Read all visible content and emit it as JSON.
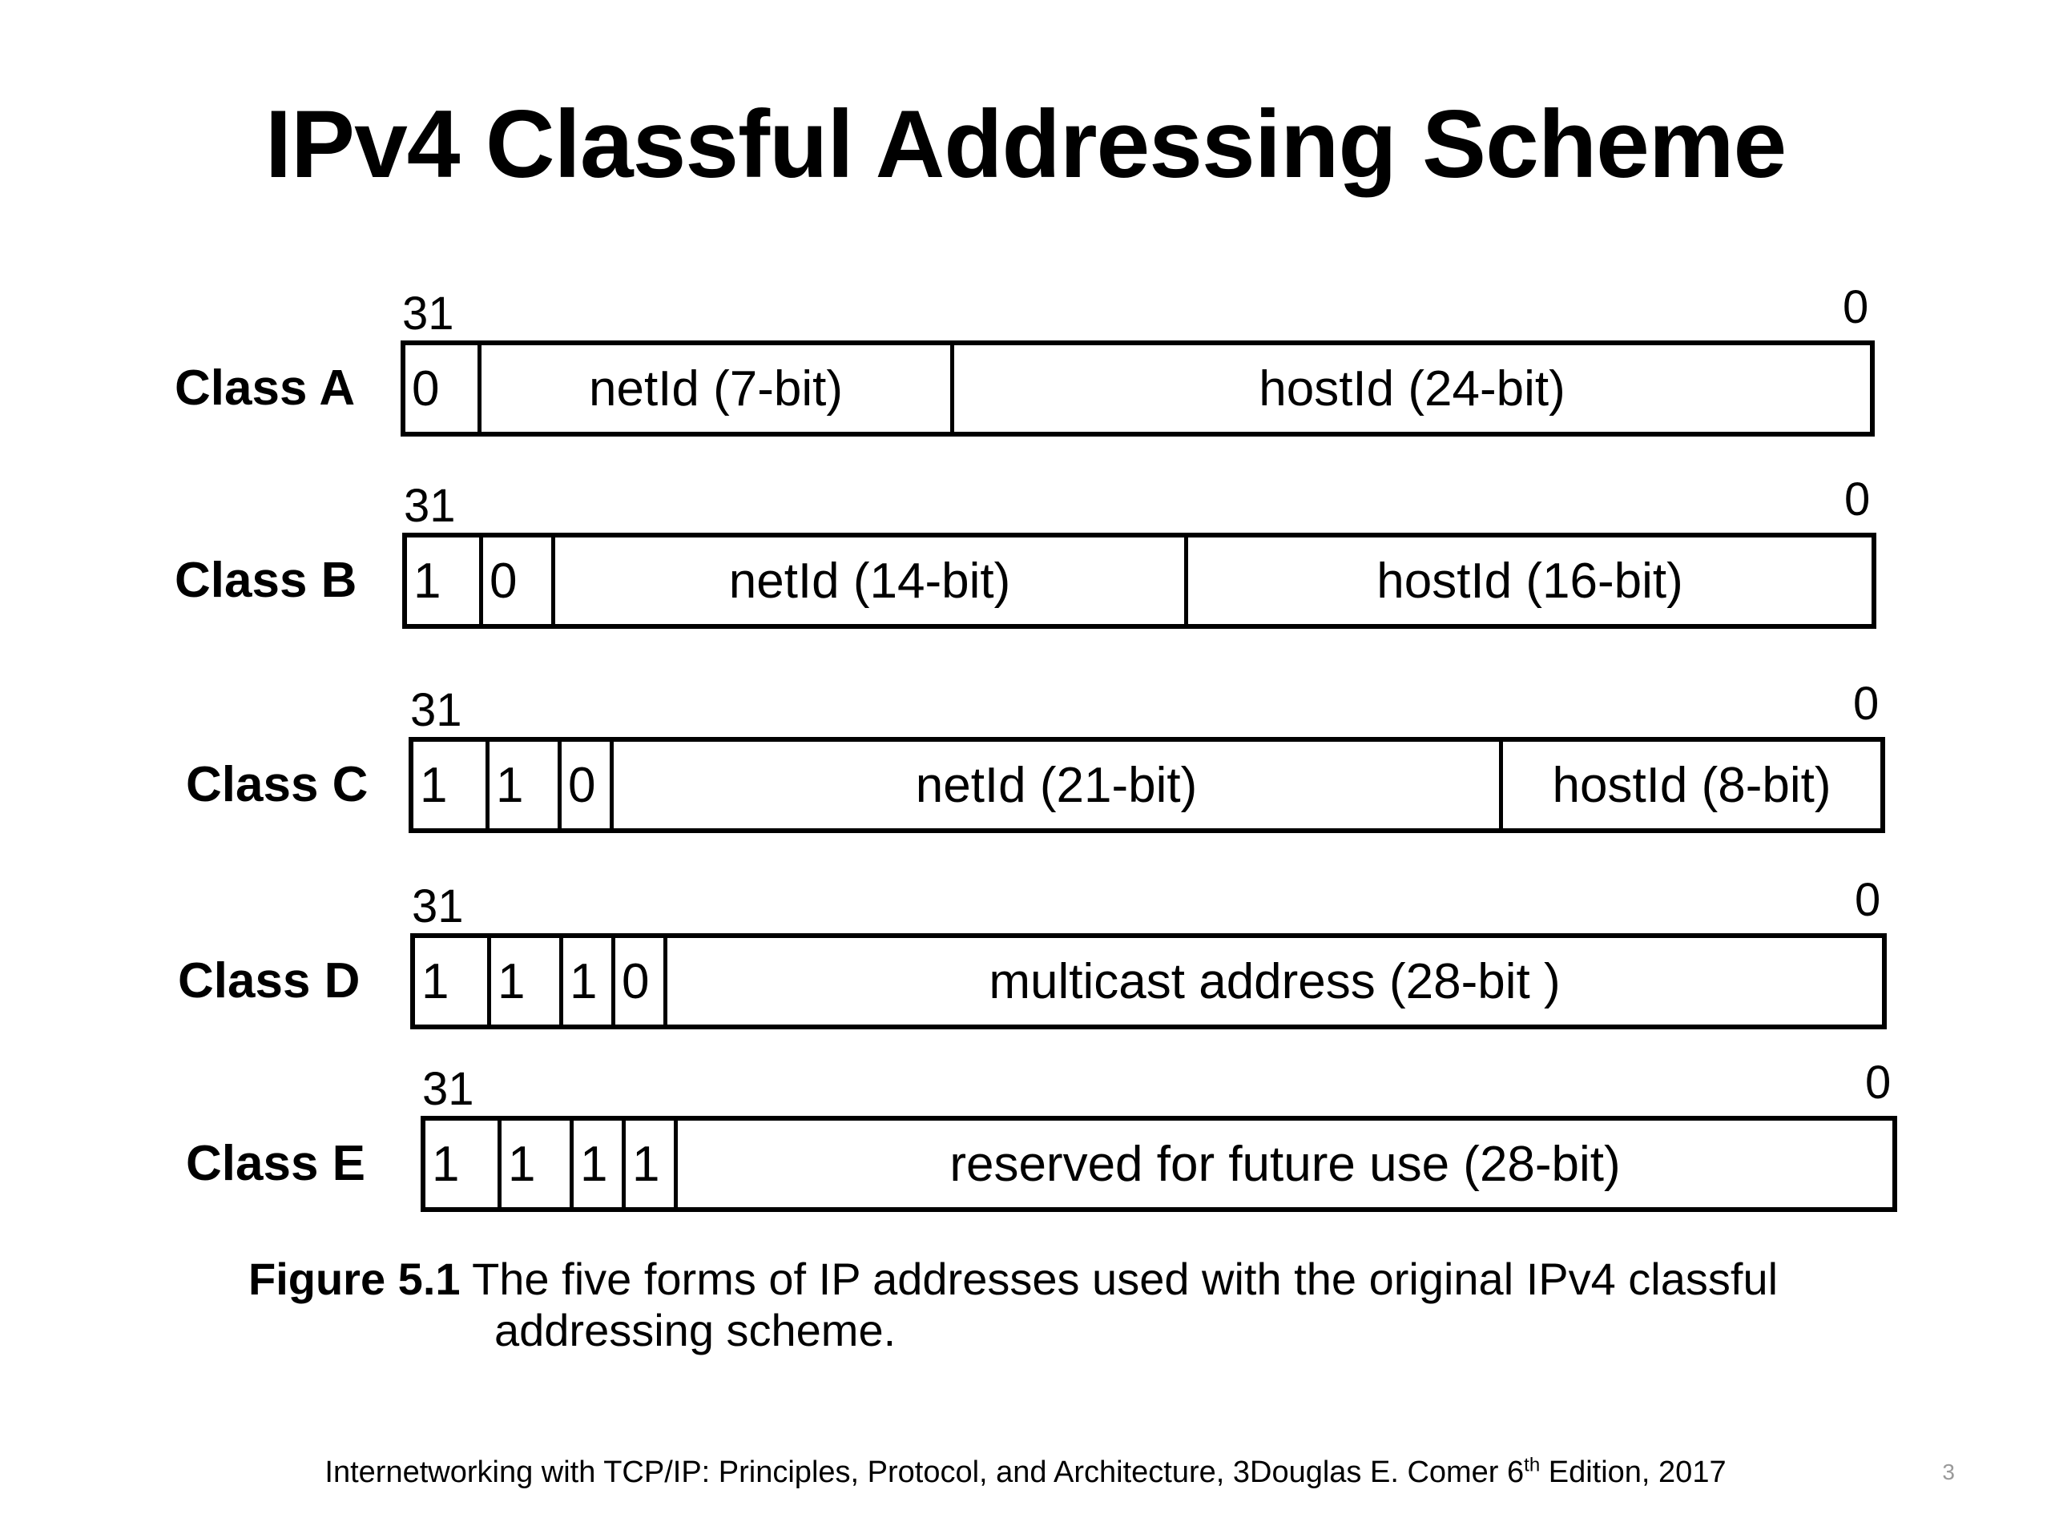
{
  "title": "IPv4 Classful Addressing Scheme",
  "rows": [
    {
      "label": "Class A",
      "high_bit": "31",
      "low_bit": "0",
      "fields": [
        {
          "text": "0",
          "bits": 1,
          "kind": "bit"
        },
        {
          "text": "netId  (7-bit)",
          "bits": 7,
          "kind": "field"
        },
        {
          "text": "hostId (24-bit)",
          "bits": 24,
          "kind": "field"
        }
      ]
    },
    {
      "label": "Class B",
      "high_bit": "31",
      "low_bit": "0",
      "fields": [
        {
          "text": "1",
          "bits": 1,
          "kind": "bit"
        },
        {
          "text": "0",
          "bits": 1,
          "kind": "bit"
        },
        {
          "text": "netId (14-bit)",
          "bits": 14,
          "kind": "field"
        },
        {
          "text": "hostId (16-bit)",
          "bits": 16,
          "kind": "field"
        }
      ]
    },
    {
      "label": "Class C",
      "high_bit": "31",
      "low_bit": "0",
      "fields": [
        {
          "text": "1",
          "bits": 1,
          "kind": "bit"
        },
        {
          "text": "1",
          "bits": 1,
          "kind": "bit"
        },
        {
          "text": "0",
          "bits": 1,
          "kind": "bit"
        },
        {
          "text": "netId  (21-bit)",
          "bits": 21,
          "kind": "field"
        },
        {
          "text": "hostId (8-bit)",
          "bits": 8,
          "kind": "field"
        }
      ]
    },
    {
      "label": "Class D",
      "high_bit": "31",
      "low_bit": "0",
      "fields": [
        {
          "text": "1",
          "bits": 1,
          "kind": "bit"
        },
        {
          "text": "1",
          "bits": 1,
          "kind": "bit"
        },
        {
          "text": "1",
          "bits": 1,
          "kind": "bit"
        },
        {
          "text": "0",
          "bits": 1,
          "kind": "bit"
        },
        {
          "text": "multicast address (28-bit )",
          "bits": 28,
          "kind": "field"
        }
      ]
    },
    {
      "label": "Class E",
      "high_bit": "31",
      "low_bit": "0",
      "fields": [
        {
          "text": "1",
          "bits": 1,
          "kind": "bit"
        },
        {
          "text": "1",
          "bits": 1,
          "kind": "bit"
        },
        {
          "text": "1",
          "bits": 1,
          "kind": "bit"
        },
        {
          "text": "1",
          "bits": 1,
          "kind": "bit"
        },
        {
          "text": "reserved for future use (28-bit)",
          "bits": 28,
          "kind": "field"
        }
      ]
    }
  ],
  "caption": {
    "label": "Figure 5.1",
    "line1": "The five forms of IP addresses used with the original IPv4 classful",
    "line2": "addressing scheme."
  },
  "footer": {
    "before_sup": "Internetworking with TCP/IP: Principles, Protocol, and Architecture, 3Douglas E. Comer 6",
    "sup": "th",
    "after_sup": " Edition, 2017"
  },
  "page_number": "3"
}
